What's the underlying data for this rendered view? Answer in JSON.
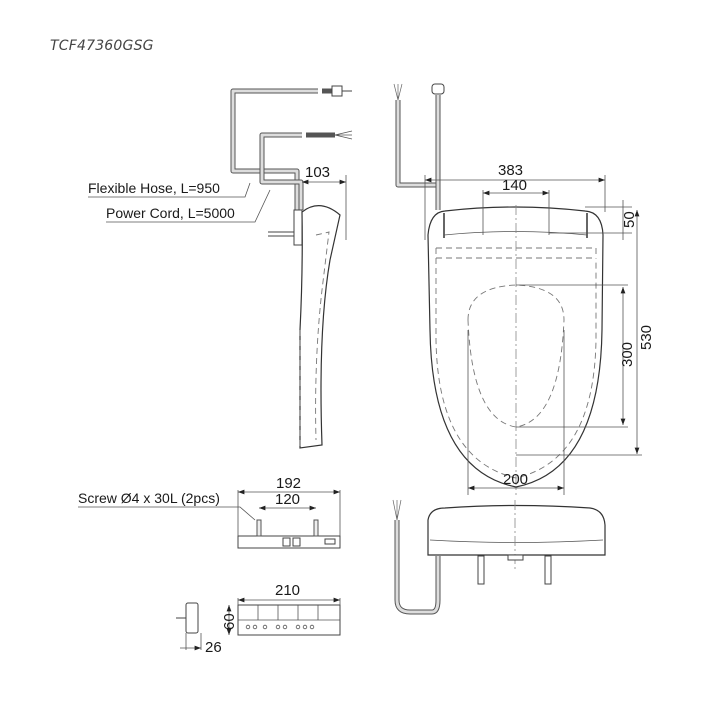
{
  "title": "TCF47360GSG",
  "labels": {
    "hose": "Flexible Hose, L=950",
    "cord": "Power Cord, L=5000",
    "screw": "Screw Ø4 x 30L (2pcs)"
  },
  "dimensions": {
    "side_depth": "103",
    "overall_width": "383",
    "mount_spacing": "140",
    "top_offset": "50",
    "overall_length": "530",
    "opening_length": "300",
    "opening_width": "200",
    "bracket_width": "192",
    "bracket_screw_spacing": "120",
    "remote_width": "210",
    "remote_height": "60",
    "remote_depth": "26"
  },
  "views": [
    "side-view",
    "top-view",
    "front-view",
    "mounting-bracket",
    "remote-control-front",
    "remote-control-side"
  ]
}
